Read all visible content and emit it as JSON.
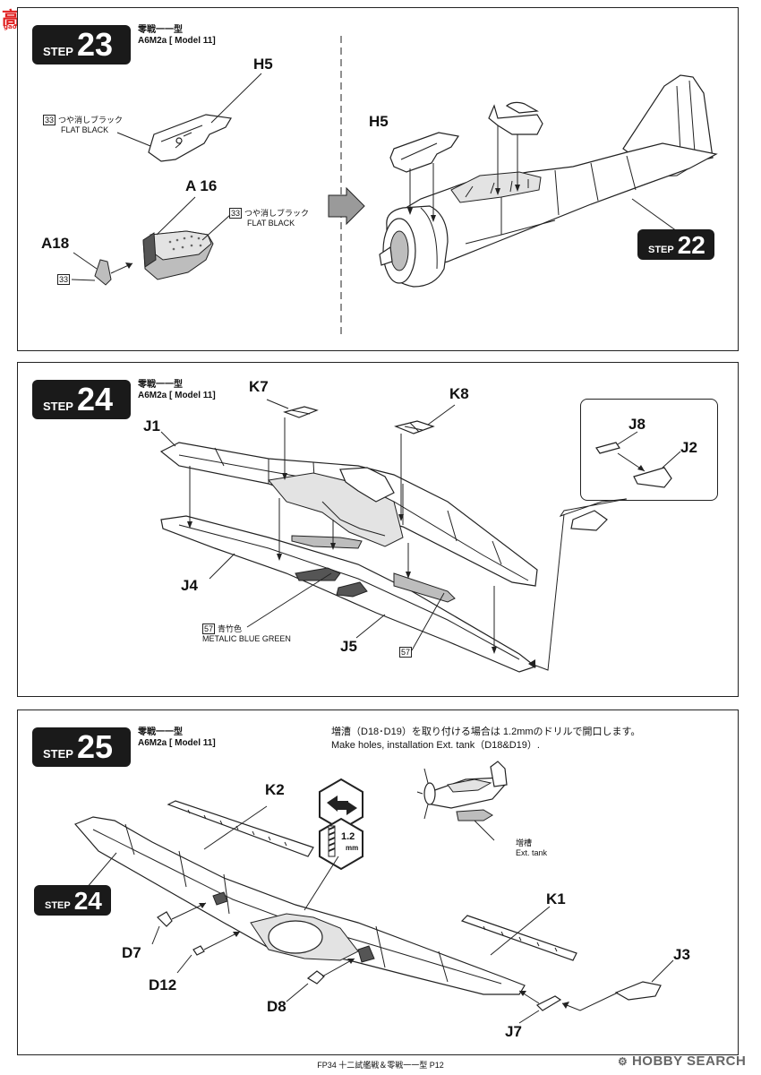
{
  "watermark_top": "gao-shan.com",
  "watermark_bottom": "HOBBY SEARCH",
  "footer": "FP34 十二試艦戦＆零戦一一型 P12",
  "step_word": "STEP",
  "model_ja": "零戦一一型",
  "model_en": "A6M2a [ Model 11]",
  "step23": {
    "number": "23",
    "parts": [
      "H5",
      "A 16",
      "A18",
      "H5"
    ],
    "paint1": {
      "code": "33",
      "ja": "つや消しブラック",
      "en": "FLAT BLACK"
    },
    "paint2": {
      "code": "33",
      "ja": "つや消しブラック",
      "en": "FLAT BLACK"
    },
    "paint3": {
      "code": "33"
    },
    "ref_step": "22"
  },
  "step24": {
    "number": "24",
    "parts": [
      "K7",
      "K8",
      "J1",
      "J8",
      "J2",
      "J4",
      "J5"
    ],
    "paint1": {
      "code": "57",
      "ja": "青竹色",
      "en": "METALIC BLUE GREEN"
    },
    "paint2": {
      "code": "57"
    }
  },
  "step25": {
    "number": "25",
    "parts": [
      "K2",
      "K1",
      "D7",
      "D12",
      "D8",
      "J3",
      "J7"
    ],
    "note_ja": "増漕（D18･D19）を取り付ける場合は 1.2mmのドリルで開口します。",
    "note_en": "Make holes, installation Ext. tank（D18&D19）.",
    "drill": "1.2",
    "drill_unit": "mm",
    "tank_ja": "増槽",
    "tank_en": "Ext. tank",
    "ref_step": "24"
  }
}
